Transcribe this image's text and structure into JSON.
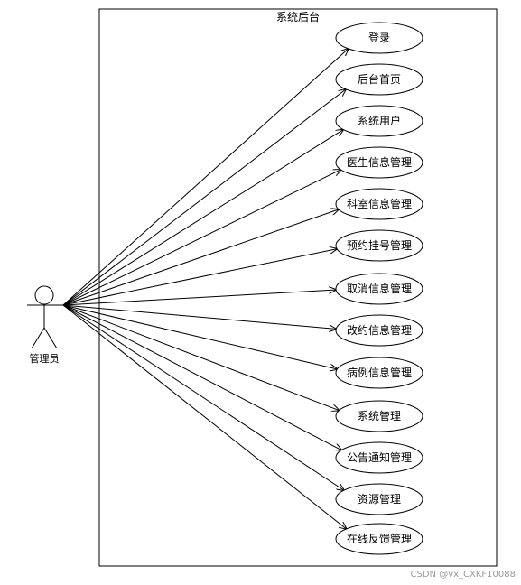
{
  "system": {
    "title": "系统后台"
  },
  "actor": {
    "name": "管理员"
  },
  "use_cases": [
    "登录",
    "后台首页",
    "系统用户",
    "医生信息管理",
    "科室信息管理",
    "预约挂号管理",
    "取消信息管理",
    "改约信息管理",
    "病例信息管理",
    "系统管理",
    "公告通知管理",
    "资源管理",
    "在线反馈管理"
  ],
  "watermark": "CSDN @vx_CXKF10088"
}
